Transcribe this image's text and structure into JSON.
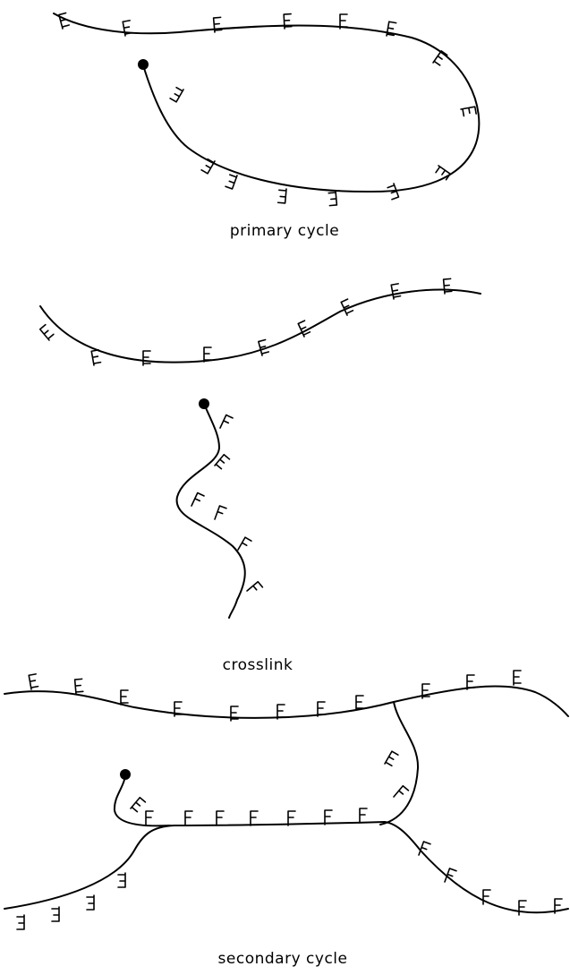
{
  "panels": [
    {
      "id": "primary",
      "caption": "primary cycle"
    },
    {
      "id": "crosslink",
      "caption": "crosslink"
    },
    {
      "id": "secondary",
      "caption": "secondary cycle"
    }
  ],
  "glyphs": {
    "pendant_group": "E",
    "reacted_group": "F"
  },
  "colors": {
    "ink": "#000000",
    "background": "#ffffff"
  }
}
